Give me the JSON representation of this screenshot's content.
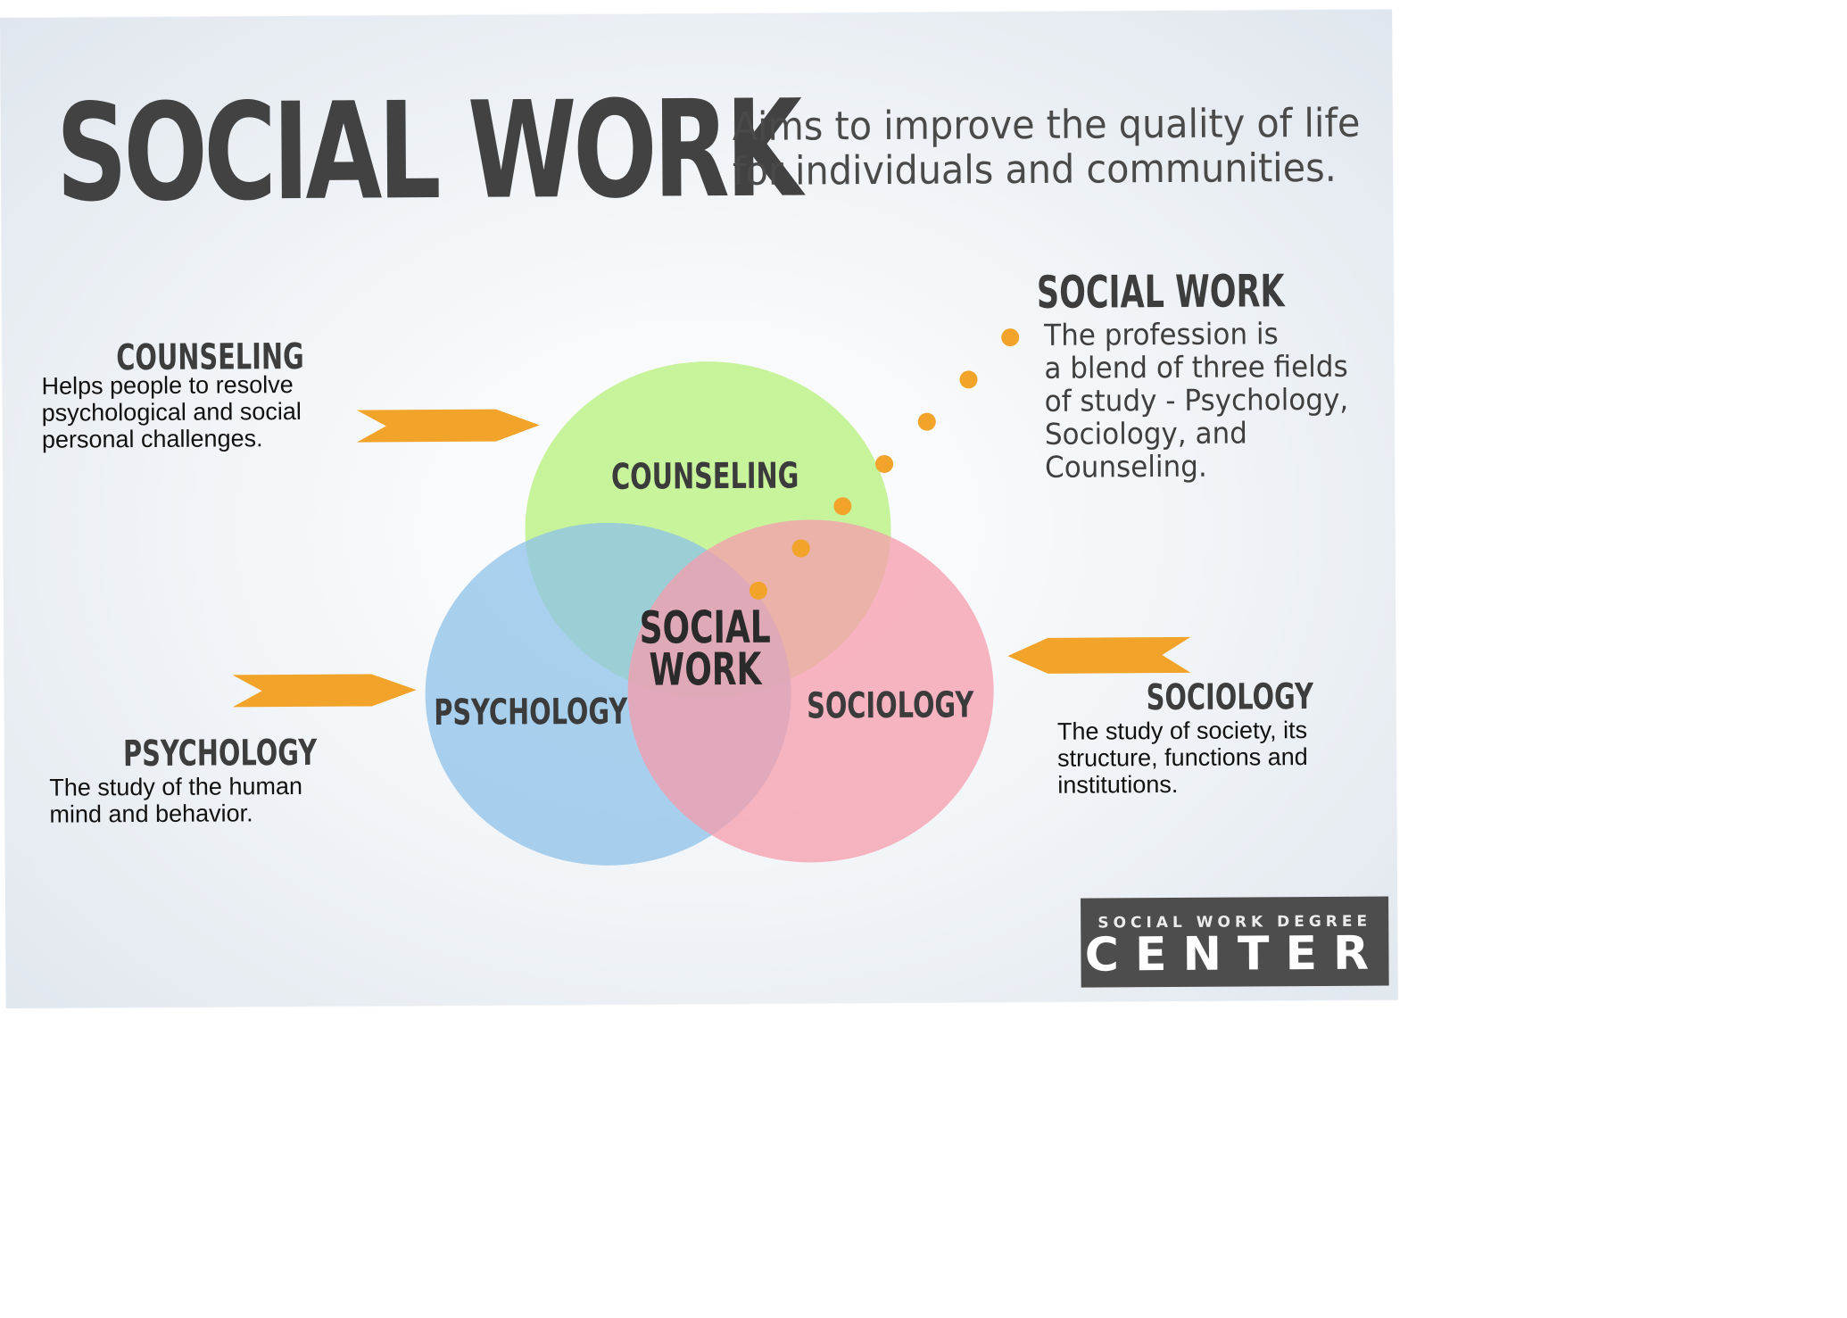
{
  "title": "SOCIAL WORK",
  "tagline": [
    "Aims to improve the quality of life",
    "for individuals and communities."
  ],
  "annotations": {
    "social_work": {
      "heading": "SOCIAL WORK",
      "lines": [
        "The profession is",
        "a blend of three fields",
        "of study - Psychology,",
        "Sociology, and",
        "Counseling."
      ]
    },
    "counseling": {
      "heading": "COUNSELING",
      "lines": [
        "Helps people to resolve",
        "psychological and social",
        "personal challenges."
      ]
    },
    "psychology": {
      "heading": "PSYCHOLOGY",
      "lines": [
        "The study of the human",
        "mind and behavior."
      ]
    },
    "sociology": {
      "heading": "SOCIOLOGY",
      "lines": [
        "The study of society, its",
        "structure, functions and",
        "institutions."
      ]
    }
  },
  "venn": {
    "sets": [
      {
        "label": "COUNSELING",
        "color": "#b5f07a"
      },
      {
        "label": "PSYCHOLOGY",
        "color": "#8ec2e8"
      },
      {
        "label": "SOCIOLOGY",
        "color": "#f59cac"
      }
    ],
    "center": [
      "SOCIAL",
      "WORK"
    ]
  },
  "accent_color": "#f2a329",
  "logo": {
    "top": "SOCIAL WORK DEGREE",
    "bottom": "CENTER"
  }
}
